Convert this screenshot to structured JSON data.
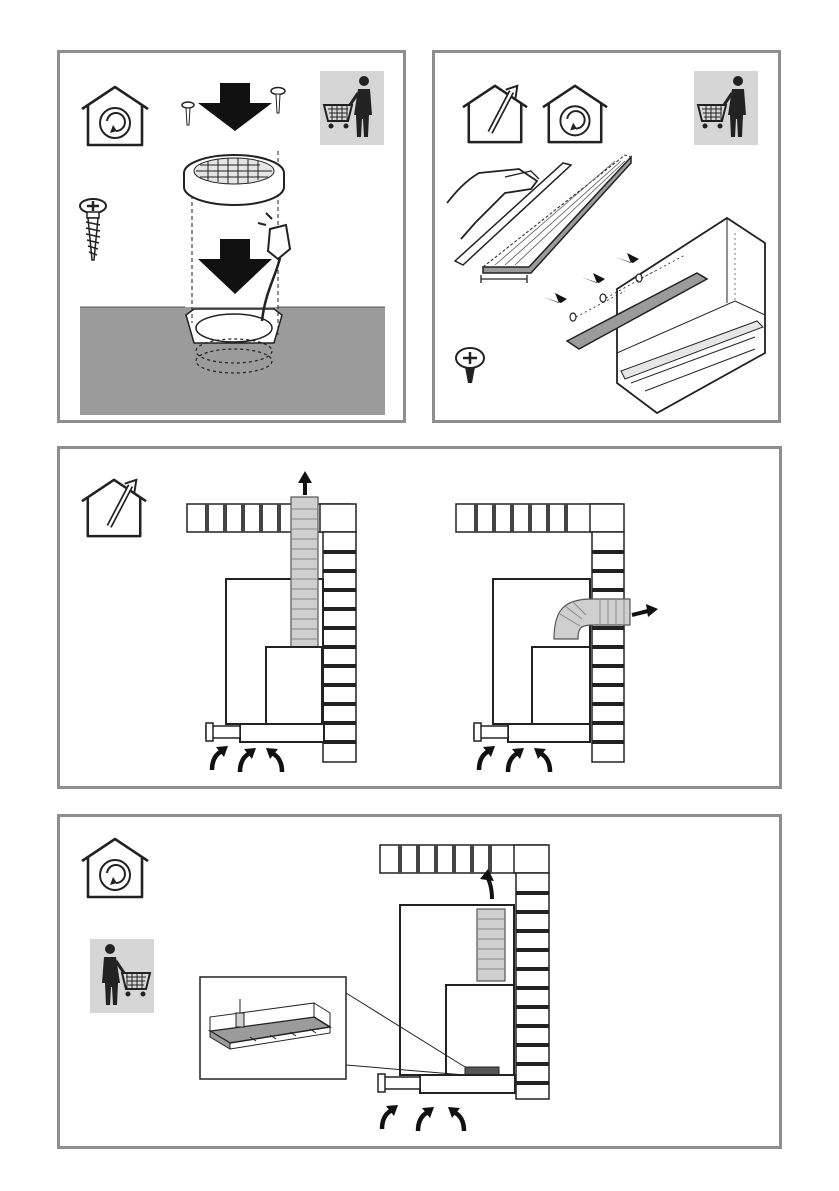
{
  "page": {
    "description": ""
  },
  "panels": [
    {
      "id": "mount-motor",
      "icons": [
        "recirculation-house-icon",
        "screw-icon",
        "shopping-cart-person-icon"
      ]
    },
    {
      "id": "mount-canopy",
      "icons": [
        "extraction-house-icon",
        "recirculation-house-icon",
        "shopping-cart-person-icon",
        "screw-icon"
      ]
    },
    {
      "id": "ducting-extraction",
      "icons": [
        "extraction-house-icon"
      ]
    },
    {
      "id": "recirculation-filter",
      "icons": [
        "recirculation-house-icon",
        "shopping-cart-person-icon"
      ]
    }
  ],
  "colors": {
    "frame": "#8e8e8e",
    "countertop": "#9b9b9b",
    "brick_mortar": "#5a5a5a",
    "duct": "#cfcfcf",
    "icon_bg": "#d6d6d6",
    "arrow": "#1a1a1a"
  }
}
